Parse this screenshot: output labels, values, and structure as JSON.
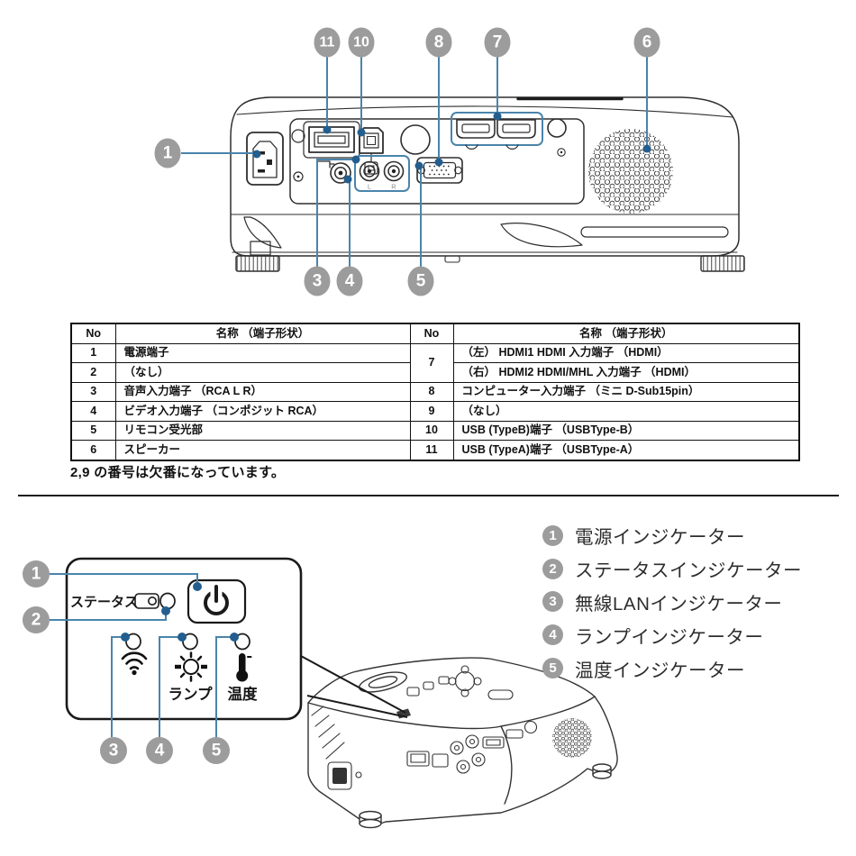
{
  "colors": {
    "callout_circle": "#9c9c9c",
    "callout_line": "#4a84ab",
    "callout_dot": "#235e8e",
    "line_art": "#2e2e2e"
  },
  "rear_figure": {
    "callouts": {
      "c1": "1",
      "c3": "3",
      "c4": "4",
      "c5": "5",
      "c6": "6",
      "c7": "7",
      "c8": "8",
      "c10": "10",
      "c11": "11"
    },
    "audio_left_label": "L",
    "audio_right_label": "R"
  },
  "table": {
    "header_no": "No",
    "header_name": "名称 （端子形状）",
    "left_rows": [
      {
        "no": "1",
        "name": "電源端子"
      },
      {
        "no": "2",
        "name": "（なし）"
      },
      {
        "no": "3",
        "name": "音声入力端子 （RCA L R）"
      },
      {
        "no": "4",
        "name": "ビデオ入力端子 （コンポジット RCA）"
      },
      {
        "no": "5",
        "name": "リモコン受光部"
      },
      {
        "no": "6",
        "name": "スピーカー"
      }
    ],
    "right_no7": "7",
    "right_rows": [
      {
        "name": "（左） HDMI1 HDMI 入力端子 （HDMI）"
      },
      {
        "name": "（右） HDMI2 HDMI/MHL 入力端子 （HDMI）"
      },
      {
        "no": "8",
        "name": "コンピューター入力端子 （ミニ D-Sub15pin）"
      },
      {
        "no": "9",
        "name": "（なし）"
      },
      {
        "no": "10",
        "name": "USB (TypeB)端子 （USBType-B）"
      },
      {
        "no": "11",
        "name": "USB (TypeA)端子 （USBType-A）"
      }
    ]
  },
  "note": "2,9 の番号は欠番になっています。",
  "indicator_figure": {
    "callouts": {
      "c1": "1",
      "c2": "2",
      "c3": "3",
      "c4": "4",
      "c5": "5"
    },
    "status_label": "ステータス",
    "lamp_label": "ランプ",
    "temp_label": "温度",
    "legend": [
      {
        "num": "1",
        "label": "電源インジケーター"
      },
      {
        "num": "2",
        "label": "ステータスインジケーター"
      },
      {
        "num": "3",
        "label": "無線LANインジケーター"
      },
      {
        "num": "4",
        "label": "ランプインジケーター"
      },
      {
        "num": "5",
        "label": "温度インジケーター"
      }
    ]
  }
}
